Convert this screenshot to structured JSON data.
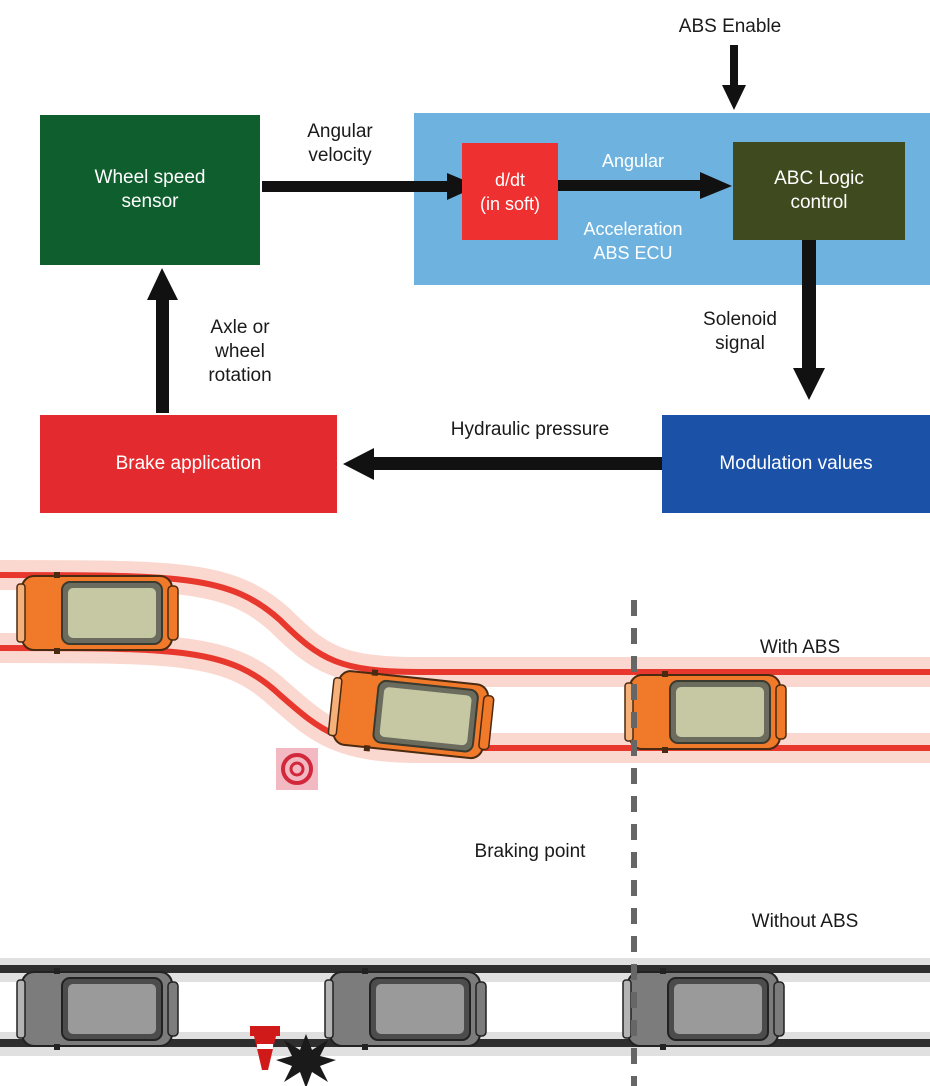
{
  "block_diagram": {
    "abs_enable": "ABS Enable",
    "wheel_speed_sensor": "Wheel speed\nsensor",
    "angular_velocity": "Angular\nvelocity",
    "ecu_label": "ABS ECU",
    "ddt": "d/dt\n(in soft)",
    "angular": "Angular",
    "acceleration": "Acceleration",
    "logic_control": "ABC Logic\ncontrol",
    "solenoid_signal": "Solenoid\nsignal",
    "axle_rotation": "Axle or\nwheel\nrotation",
    "hydraulic_pressure": "Hydraulic pressure",
    "brake_application": "Brake application",
    "modulation_values": "Modulation values"
  },
  "comparison": {
    "with_abs": "With ABS",
    "braking_point": "Braking point",
    "without_abs": "Without ABS"
  },
  "colors": {
    "sensor_green": "#0f5e2e",
    "ecu_blue": "#6eb3e0",
    "ddt_red": "#ee3030",
    "logic_olive": "#3f4a1e",
    "brake_red": "#e32b2f",
    "modulation_blue": "#1b52a8",
    "path_red": "#e8382e",
    "car_orange": "#f07a2a",
    "car_grey": "#7c7c7c"
  }
}
